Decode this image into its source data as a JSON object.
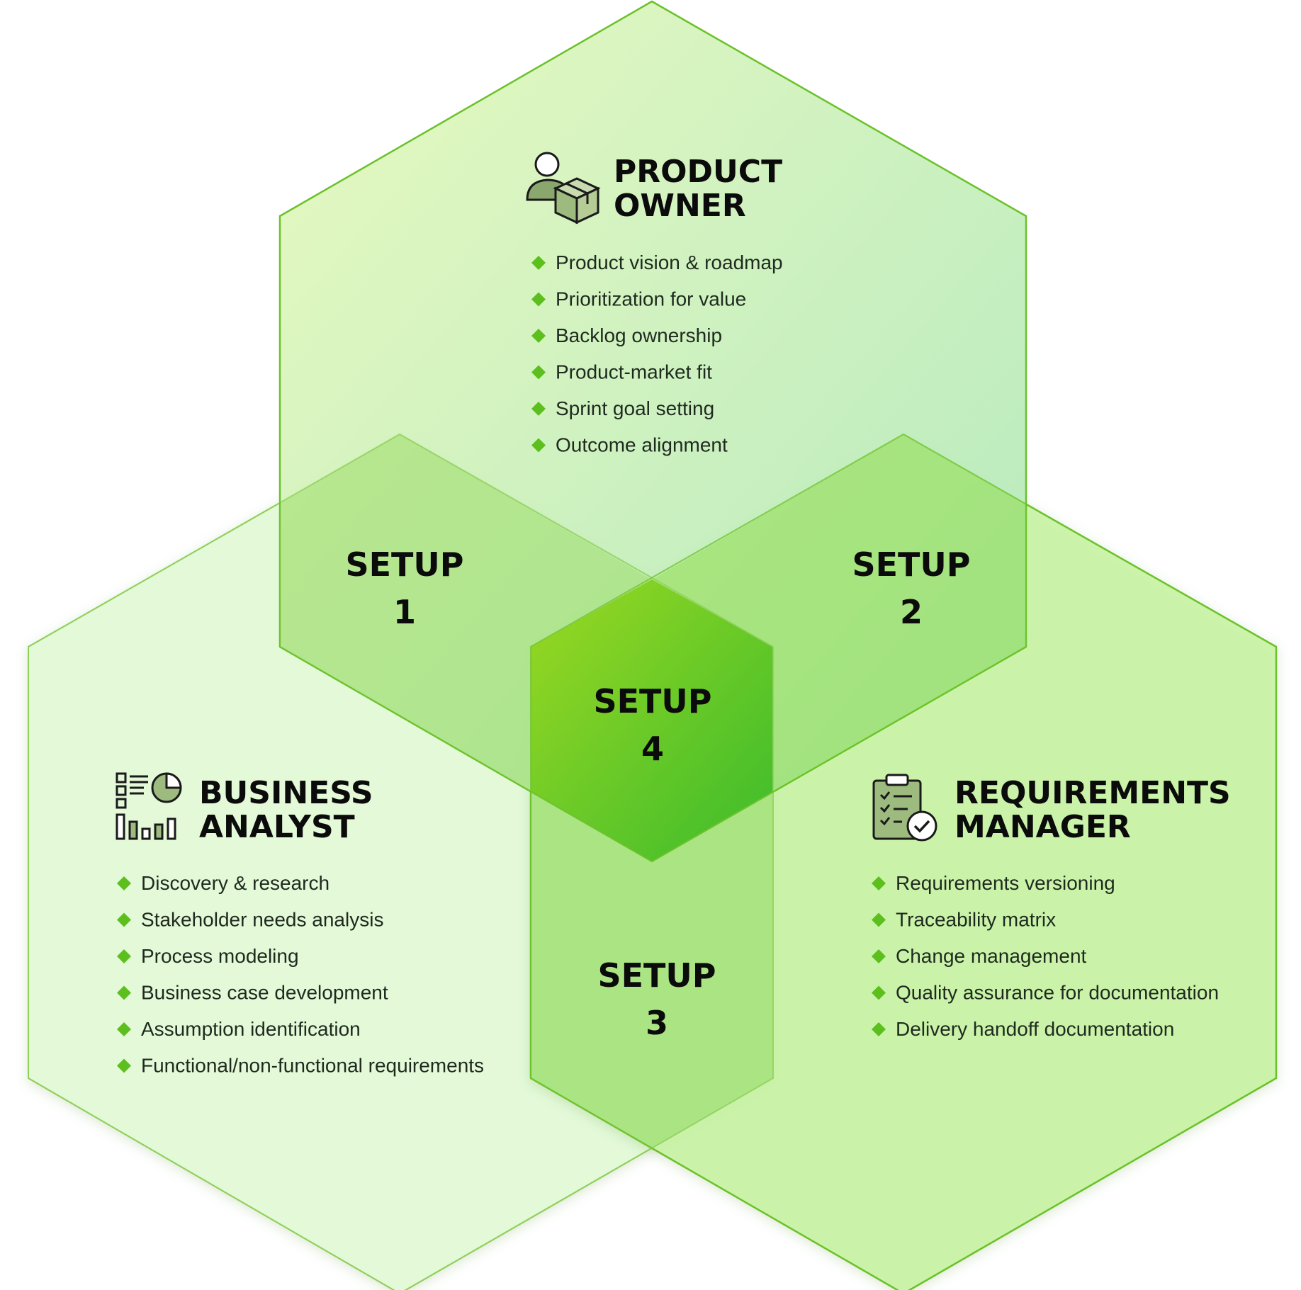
{
  "colors": {
    "outline": "#6cc22a",
    "bullet": "#5cbf1e",
    "product_owner_fill_light": "#dcf5b4",
    "product_owner_fill_dark": "#b2e8b8",
    "business_analyst_fill": "#e3fad6",
    "requirements_manager_fill": "#c9f4a6",
    "overlap_fill": "#a6e276",
    "center_fill_light": "#94d81f",
    "center_fill_dark": "#3fbd28",
    "text": "#0b0b0b"
  },
  "roles": {
    "product_owner": {
      "title_line1": "PRODUCT",
      "title_line2": "OWNER",
      "icon": "person-with-box-icon",
      "items": [
        "Product vision & roadmap",
        "Prioritization for value",
        "Backlog ownership",
        "Product-market fit",
        "Sprint goal setting",
        "Outcome alignment"
      ]
    },
    "business_analyst": {
      "title_line1": "BUSINESS",
      "title_line2": "ANALYST",
      "icon": "analytics-dashboard-icon",
      "items": [
        "Discovery & research",
        "Stakeholder needs analysis",
        "Process modeling",
        "Business case development",
        "Assumption identification",
        "Functional/non-functional requirements"
      ]
    },
    "requirements_manager": {
      "title_line1": "REQUIREMENTS",
      "title_line2": "MANAGER",
      "icon": "clipboard-checklist-icon",
      "items": [
        "Requirements versioning",
        "Traceability matrix",
        "Change management",
        "Quality assurance for documentation",
        "Delivery handoff documentation"
      ]
    }
  },
  "setups": {
    "setup1": {
      "word": "SETUP",
      "number": "1"
    },
    "setup2": {
      "word": "SETUP",
      "number": "2"
    },
    "setup3": {
      "word": "SETUP",
      "number": "3"
    },
    "setup4": {
      "word": "SETUP",
      "number": "4"
    }
  }
}
